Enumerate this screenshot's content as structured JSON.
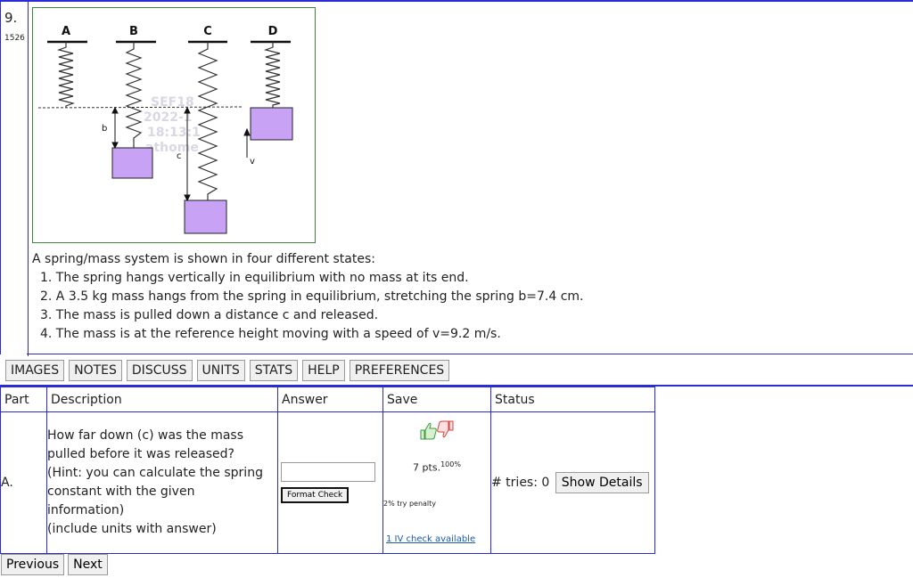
{
  "question": {
    "number": "9.",
    "id": "1526",
    "figure": {
      "labels": [
        "A",
        "B",
        "C",
        "D"
      ],
      "b_label": "b",
      "c_label": "c",
      "v_label": "v",
      "watermark": [
        "SEF18",
        "2022-1",
        "18:13:1",
        "athome"
      ]
    },
    "intro": "A spring/mass system is shown in four different states:",
    "items": [
      "1. The spring hangs vertically in equilibrium with no mass at its end.",
      "2. A 3.5 kg mass hangs from the spring in equilibrium, stretching the spring b=7.4 cm.",
      "3. The mass is pulled down a distance c and released.",
      "4. The mass is at the reference height moving with a speed of v=9.2 m/s."
    ]
  },
  "toolbar": [
    "IMAGES",
    "NOTES",
    "DISCUSS",
    "UNITS",
    "STATS",
    "HELP",
    "PREFERENCES"
  ],
  "table": {
    "headers": {
      "part": "Part",
      "description": "Description",
      "answer": "Answer",
      "save": "Save",
      "status": "Status"
    },
    "row": {
      "part": "A.",
      "description": [
        "How far down (c) was the mass",
        "pulled before it was released?",
        "(Hint: you can calculate the spring",
        "constant with the given",
        "information)",
        "(include units with answer)"
      ],
      "answer_value": "",
      "format_check": "Format Check",
      "points": "7 pts.",
      "percent": "100%",
      "penalty": "2% try penalty",
      "iv_check": "1 IV check available",
      "tries_label": "# tries: 0",
      "show_details": "Show Details"
    }
  },
  "nav": {
    "previous": "Previous",
    "next": "Next"
  },
  "colors": {
    "border": "#2b2bd6",
    "mass_fill": "#c8a2f5",
    "figure_border": "#3a8a3a",
    "thumb_up": "#3c9a3c",
    "thumb_down": "#d84040"
  }
}
